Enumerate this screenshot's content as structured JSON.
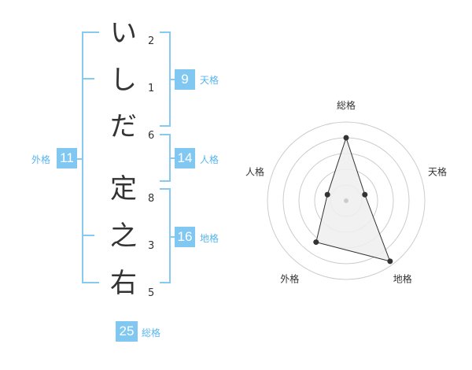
{
  "name_chars": [
    {
      "char": "い",
      "strokes": "2"
    },
    {
      "char": "し",
      "strokes": "1"
    },
    {
      "char": "だ",
      "strokes": "6"
    },
    {
      "char": "定",
      "strokes": "8"
    },
    {
      "char": "之",
      "strokes": "3"
    },
    {
      "char": "右",
      "strokes": "5"
    }
  ],
  "fortunes": {
    "tenkaku": {
      "label": "天格",
      "value": "9"
    },
    "jinkaku": {
      "label": "人格",
      "value": "14"
    },
    "chikaku": {
      "label": "地格",
      "value": "16"
    },
    "gaikaku": {
      "label": "外格",
      "value": "11"
    },
    "soukaku": {
      "label": "総格",
      "value": "25"
    }
  },
  "radar": {
    "axes": [
      "総格",
      "天格",
      "地格",
      "外格",
      "人格"
    ],
    "values": [
      0.8,
      0.25,
      0.95,
      0.65,
      0.25
    ],
    "colors": {
      "grid": "#cccccc",
      "fill": "#eeeeee",
      "line": "#333333",
      "dot": "#333333",
      "center": "#cccccc"
    }
  }
}
